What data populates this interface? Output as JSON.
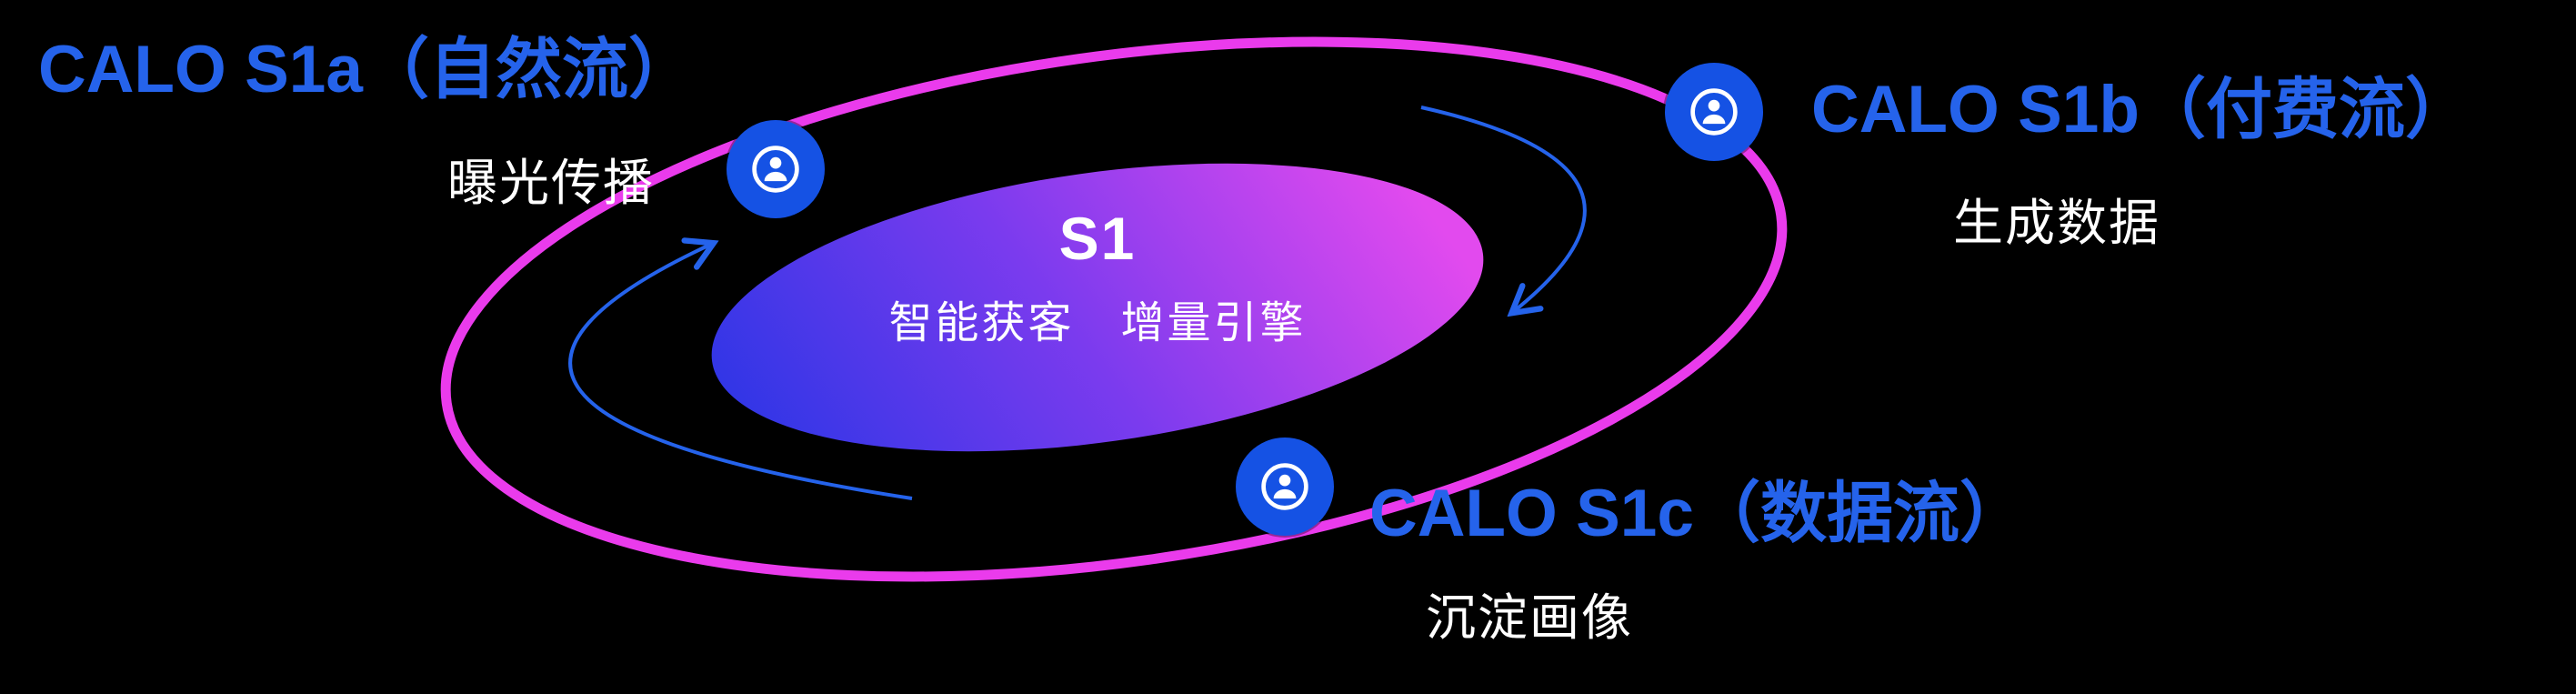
{
  "canvas": {
    "background": "#000000"
  },
  "diagram": {
    "center": {
      "title": "S1",
      "subtitle": "智能获客　增量引擎"
    },
    "nodes": [
      {
        "label": "CALO S1a（自然流）",
        "sublabel": "曝光传播",
        "icon": "user-icon"
      },
      {
        "label": "CALO S1b（付费流）",
        "sublabel": "生成数据",
        "icon": "user-icon"
      },
      {
        "label": "CALO S1c（数据流）",
        "sublabel": "沉淀画像",
        "icon": "user-icon"
      }
    ],
    "colors": {
      "label_blue": "#2563EB",
      "node_blue": "#1552E4",
      "orbit_magenta": "#EA3BEC",
      "arrow_blue": "#2563EB",
      "core_gradient_start": "#3036E6",
      "core_gradient_end": "#E24AEE",
      "text_white": "#FFFFFF",
      "background": "#000000"
    }
  }
}
